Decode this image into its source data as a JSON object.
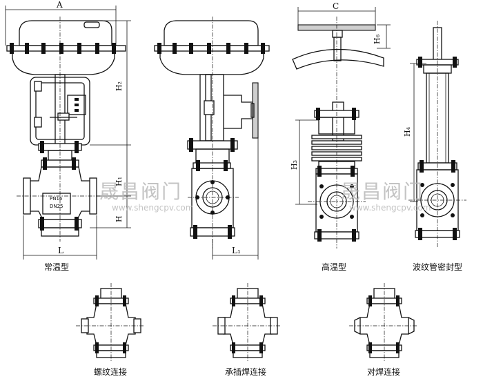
{
  "dimension_labels": {
    "A": "A",
    "C": "C",
    "L": "L",
    "L1": "L₁",
    "H": "H",
    "H1": "H₁",
    "H2": "H₂",
    "H3": "H₃",
    "H4": "H₄",
    "H6": "H₆"
  },
  "nameplate": {
    "pressure": "PN16",
    "diameter": "DN25"
  },
  "captions": {
    "normal_temp": "常温型",
    "high_temp": "高温型",
    "bellows_seal": "波纹管密封型",
    "threaded": "螺纹连接",
    "socket_weld": "承插焊连接",
    "butt_weld": "对焊连接"
  },
  "watermark": {
    "logo_text": "晟昌阀门",
    "url": "www.shengcpv.com"
  }
}
